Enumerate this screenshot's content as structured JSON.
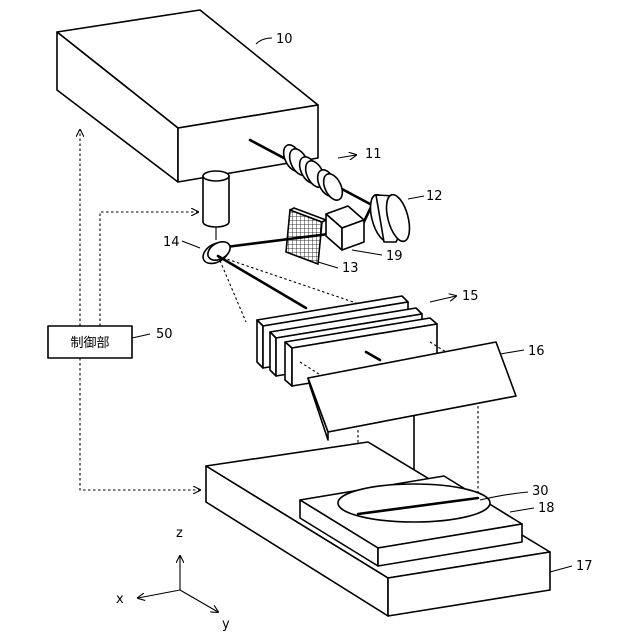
{
  "labels": {
    "light_source": "10",
    "lens_group": "11",
    "beam_dump": "12",
    "grid_plate": "13",
    "galvo_mirror": "14",
    "mirror_array": "15",
    "long_mirror": "16",
    "base": "17",
    "stage": "18",
    "block": "19",
    "controller_ref": "50",
    "wafer": "30"
  },
  "controller": {
    "text": "制御部"
  },
  "axes": {
    "x": "x",
    "y": "y",
    "z": "z"
  }
}
